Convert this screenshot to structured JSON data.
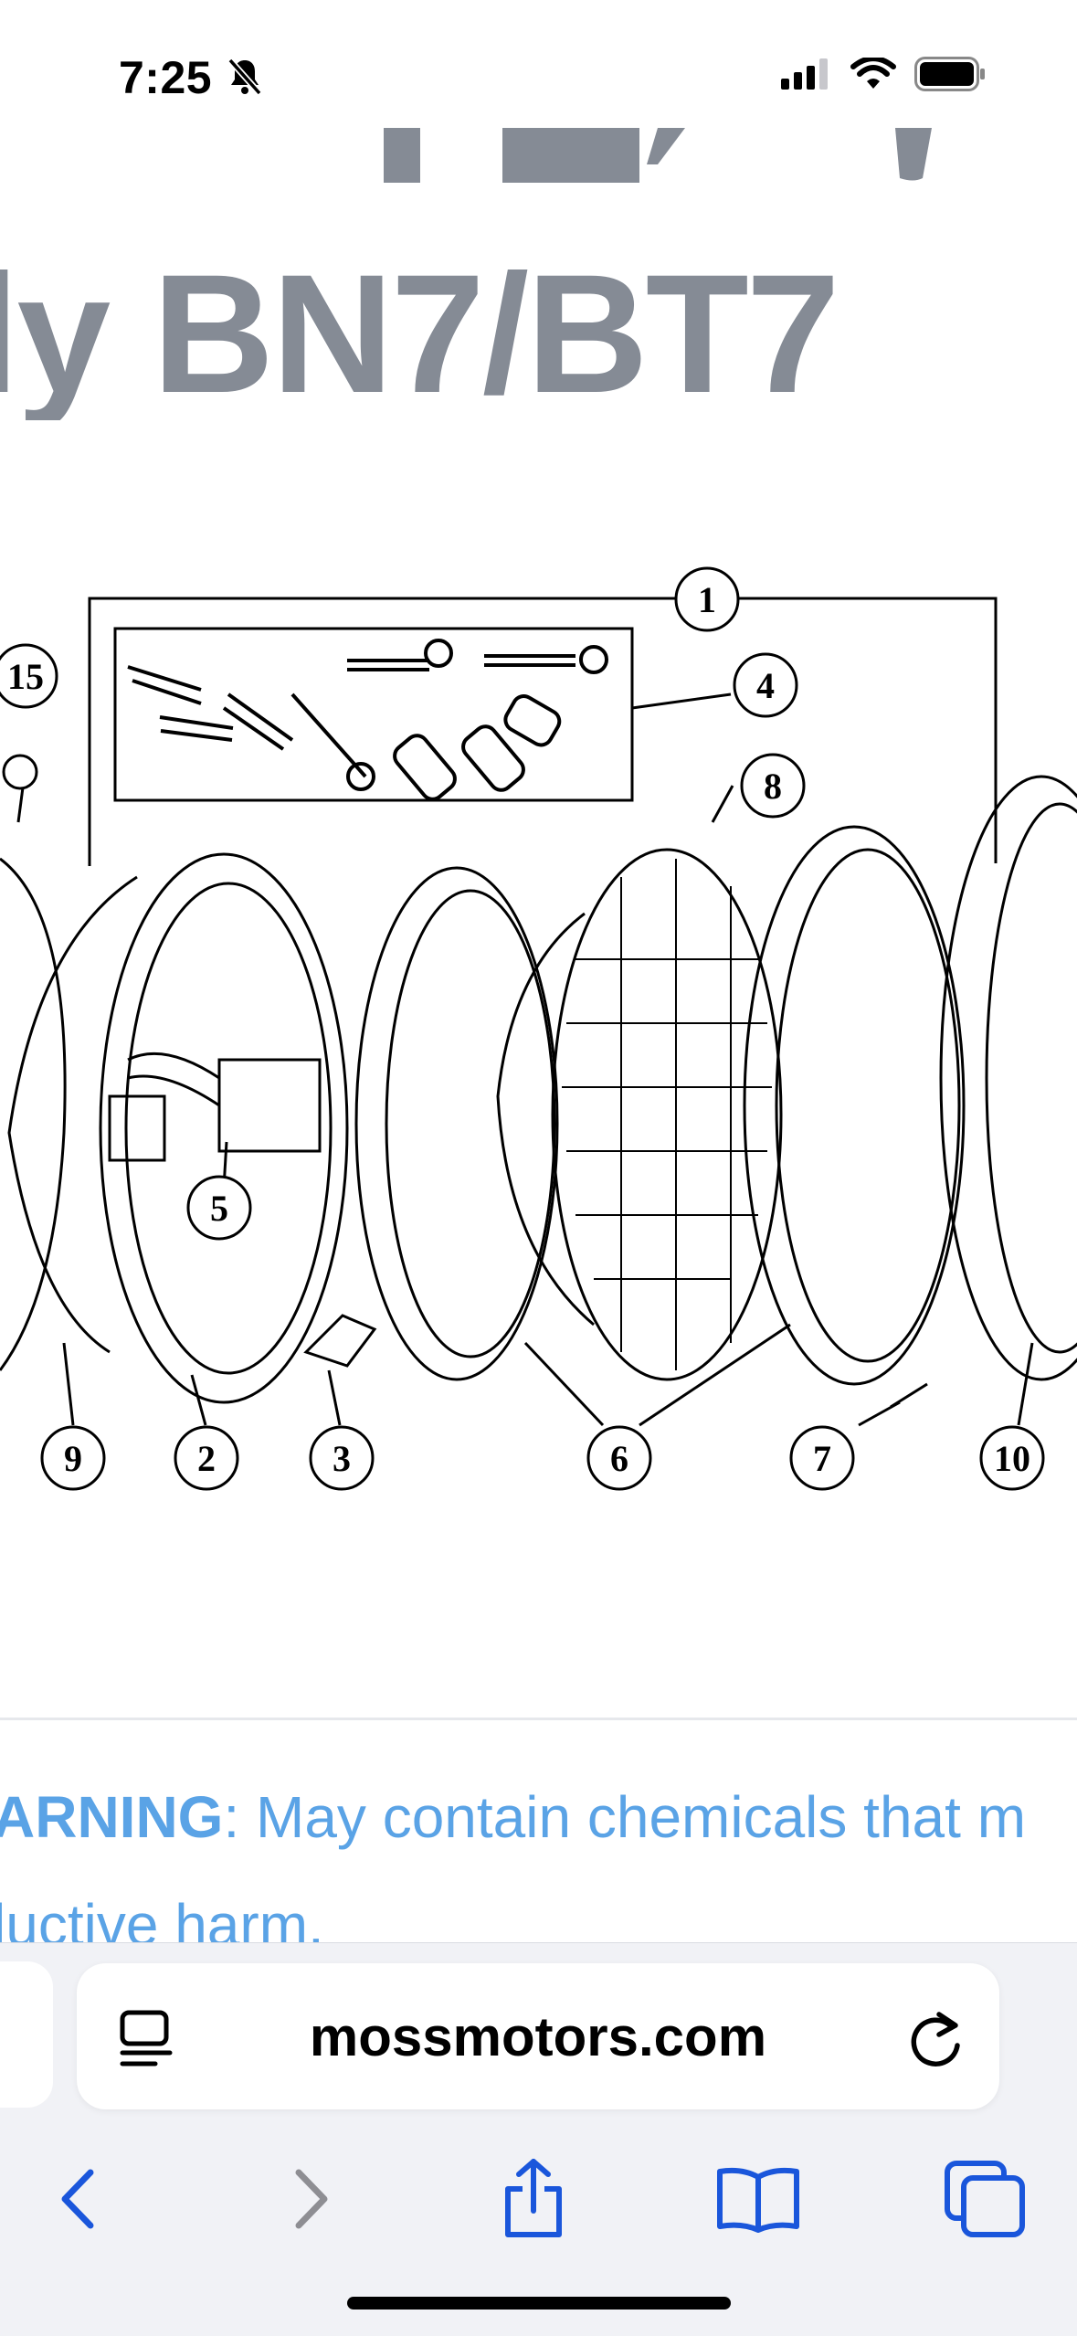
{
  "status_bar": {
    "time": "7:25",
    "icons": [
      "bell-slash-icon",
      "signal-icon",
      "wifi-icon",
      "battery-icon"
    ]
  },
  "page": {
    "heading_line": "ly BN7/BT7",
    "diagram_callouts": [
      "1",
      "2",
      "3",
      "4",
      "5",
      "6",
      "6",
      "7",
      "8",
      "9",
      "10",
      "15"
    ],
    "warning_label": "ARNING",
    "warning_text": ": May contain chemicals that m",
    "warning_text_line2": "luctive harm."
  },
  "browser": {
    "url": "mossmotors.com",
    "toolbar": [
      "back-icon",
      "forward-icon",
      "share-icon",
      "bookmarks-icon",
      "tabs-icon"
    ]
  },
  "colors": {
    "heading": "#858b95",
    "warning": "#5aa3e6",
    "toolbar_accent": "#1a56db"
  }
}
